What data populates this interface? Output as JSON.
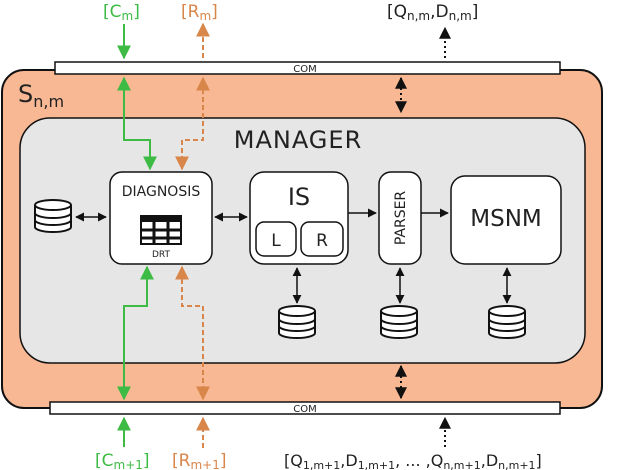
{
  "labels": {
    "c_top": "[C",
    "c_top_sub": "m",
    "r_top": "[R",
    "r_top_sub": "m",
    "q_top": "[Q",
    "q_top_sub": "n,m",
    "d_top": ",D",
    "d_top_sub": "n,m",
    "c_bottom": "[C",
    "c_bottom_sub": "m+1",
    "r_bottom": "[R",
    "r_bottom_sub": "m+1",
    "q_bottom": "[Q",
    "q_bottom_sub1": "1,m+1",
    "d_bottom": ",D",
    "d_bottom_sub1": "1,m+1",
    "dots": ", ... ,Q",
    "q_bottom_sub2": "n,m+1",
    "d_bottom2": ",D",
    "d_bottom_sub2": "n,m+1"
  },
  "com_top": "COM",
  "com_bottom": "COM",
  "s_label": "S",
  "s_sub": "n,m",
  "manager": "MANAGER",
  "diagnosis": "DIAGNOSIS",
  "drt": "DRT",
  "is": "IS",
  "is_l": "L",
  "is_r": "R",
  "parser": "PARSER",
  "msnm": "MSNM",
  "colors": {
    "outer_fill": "#f8b894",
    "manager_fill": "#e6e6e6",
    "green": "#3dbb45",
    "orange": "#d9864a",
    "black": "#111111"
  },
  "icons": {
    "database": "database-icon",
    "table": "table-icon"
  }
}
